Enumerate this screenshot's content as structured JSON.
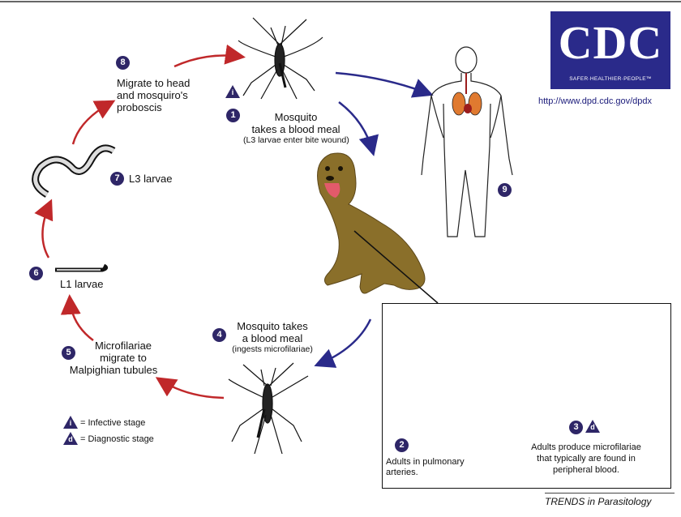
{
  "logo": {
    "text": "CDC",
    "tagline": "SAFER·HEALTHIER·PEOPLE™",
    "url": "http://www.dpd.cdc.gov/dpdx"
  },
  "steps": [
    {
      "num": "1",
      "lines": [
        "Mosquito",
        "takes a blood meal"
      ],
      "note": "(L3 larvae enter bite wound)"
    },
    {
      "num": "2",
      "lines": [
        "Adults in pulmonary",
        "arteries."
      ]
    },
    {
      "num": "3",
      "lines": [
        "Adults produce microfilariae",
        "that typically are found in",
        "peripheral blood."
      ]
    },
    {
      "num": "4",
      "lines": [
        "Mosquito takes",
        "a blood meal"
      ],
      "note": "(ingests microfilariae)"
    },
    {
      "num": "5",
      "lines": [
        "Microfilariae",
        "migrate to",
        "Malpighian tubules"
      ]
    },
    {
      "num": "6",
      "lines": [
        "L1 larvae"
      ]
    },
    {
      "num": "7",
      "lines": [
        "L3 larvae"
      ]
    },
    {
      "num": "8",
      "lines": [
        "Migrate to head",
        "and mosquiro's",
        "proboscis"
      ]
    },
    {
      "num": "9",
      "lines": []
    }
  ],
  "legend": [
    {
      "symbol": "i",
      "label": "= Infective stage"
    },
    {
      "symbol": "d",
      "label": "= Diagnostic stage"
    }
  ],
  "credit": "TRENDS in Parasitology",
  "colors": {
    "badge": "#2e2667",
    "arrow_red": "#c0282a",
    "arrow_blue": "#2a2a8a",
    "dog": "#8a6f2a",
    "lungs": "#e07a30"
  }
}
